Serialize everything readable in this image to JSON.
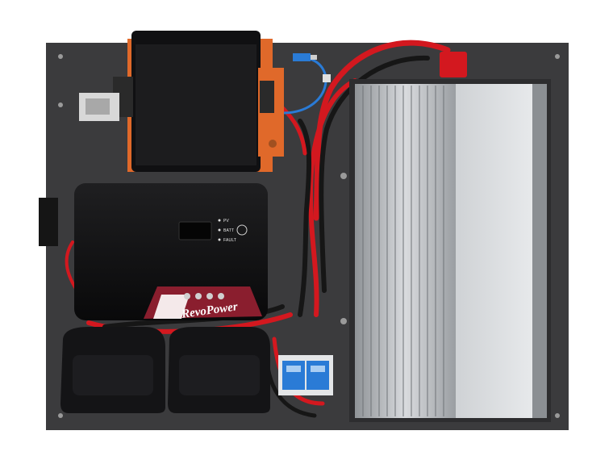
{
  "controller": {
    "brand": "RevoPower",
    "indicators": [
      {
        "label": "PV"
      },
      {
        "label": "BATT"
      },
      {
        "label": "FAULT"
      }
    ]
  },
  "colors": {
    "board": "#3b3b3d",
    "charger_accent": "#e0692a",
    "cable_red": "#d3181f",
    "cable_black": "#161616",
    "busbar_blue": "#2a7bd6",
    "inverter_fins": "#b9bcc0",
    "controller_badge": "#8a1e2e"
  }
}
